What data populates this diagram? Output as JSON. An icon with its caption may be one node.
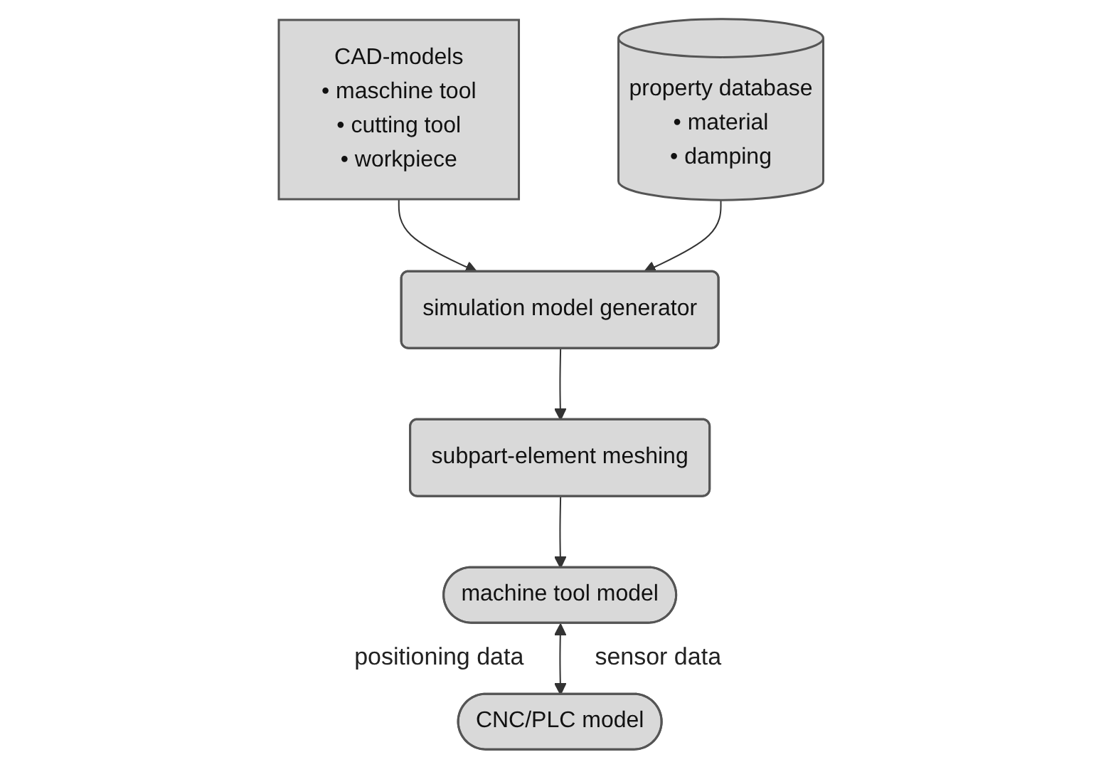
{
  "diagram": {
    "nodes": [
      {
        "text": [
          "CAD-models",
          "• maschine tool",
          "• cutting tool",
          "• workpiece"
        ]
      },
      {
        "text": [
          "simulation model generator"
        ]
      },
      {
        "text": [
          "property database",
          "• material",
          "• damping"
        ]
      },
      {
        "text": [
          "subpart-element meshing"
        ]
      },
      {
        "text": [
          "machine tool model"
        ]
      },
      {
        "text": [
          "CNC/PLC model"
        ]
      }
    ],
    "edges": [
      {
        "from": 0,
        "to": 1,
        "arrow": "to"
      },
      {
        "from": 2,
        "to": 1,
        "arrow": "to"
      },
      {
        "from": 1,
        "to": 3,
        "arrow": "to"
      },
      {
        "from": 3,
        "to": 4,
        "arrow": "to"
      },
      {
        "from": 4,
        "to": 5,
        "arrow": "both"
      }
    ],
    "labels": [
      "positioning data",
      "sensor data"
    ]
  }
}
